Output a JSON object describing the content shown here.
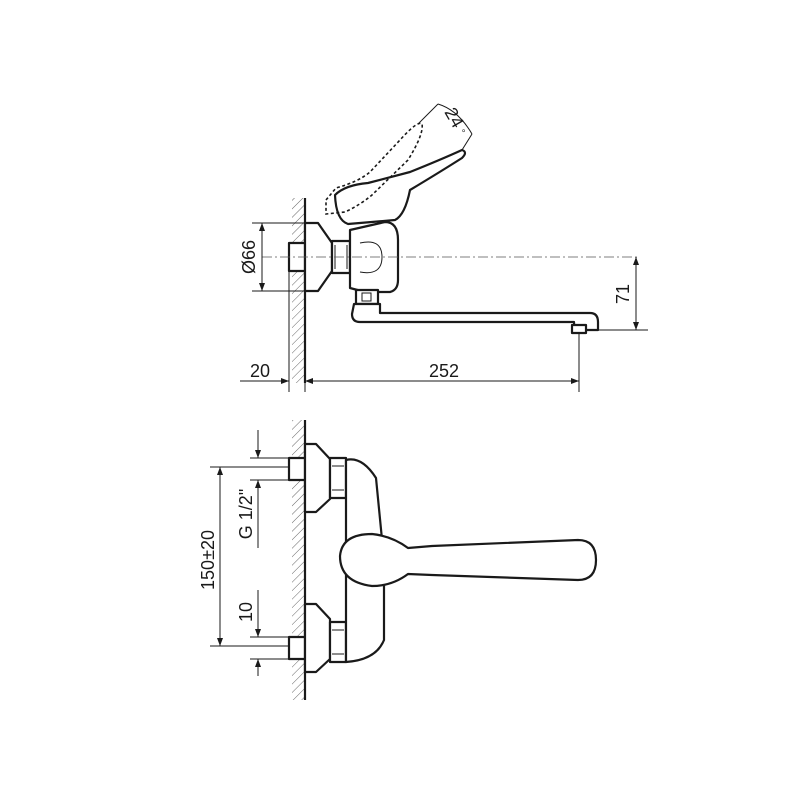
{
  "dimensions": {
    "angle": "24",
    "angle_unit": "°",
    "diameter": "66",
    "diameter_symbol": "Ø",
    "height_outlet": "71",
    "wall_offset": "20",
    "spout_reach": "252",
    "thread": "G 1/2\"",
    "center_distance": "150±20",
    "eccentric_offset": "10"
  },
  "colors": {
    "line": "#1a1a1a",
    "background": "#ffffff"
  }
}
